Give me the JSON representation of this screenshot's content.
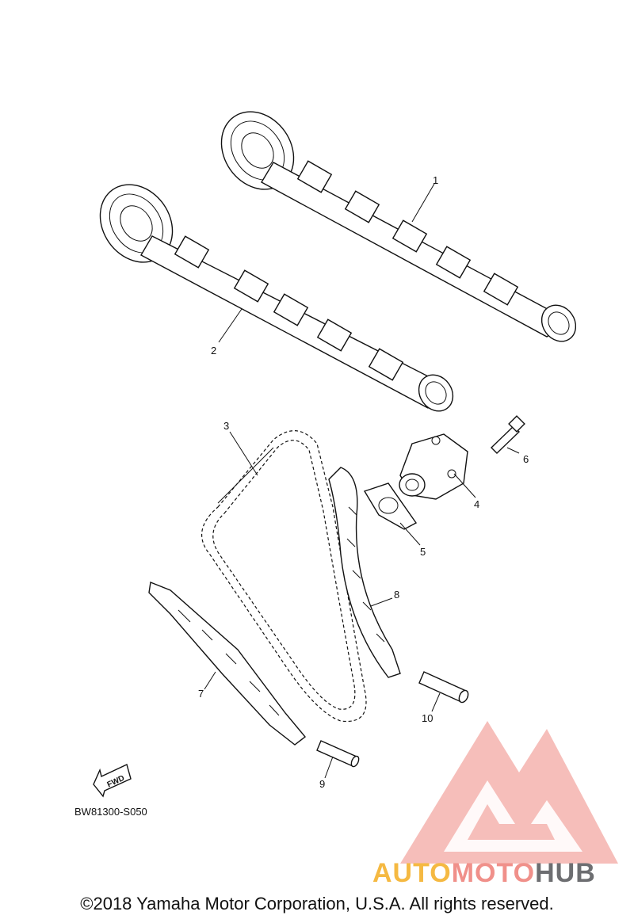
{
  "diagram": {
    "parts": [
      {
        "id": "1",
        "label": "1"
      },
      {
        "id": "2",
        "label": "2"
      },
      {
        "id": "3",
        "label": "3"
      },
      {
        "id": "4",
        "label": "4"
      },
      {
        "id": "5",
        "label": "5"
      },
      {
        "id": "6",
        "label": "6"
      },
      {
        "id": "7",
        "label": "7"
      },
      {
        "id": "8",
        "label": "8"
      },
      {
        "id": "9",
        "label": "9"
      },
      {
        "id": "10",
        "label": "10"
      }
    ],
    "figure_code": "BW81300-S050",
    "fwd_label": "FWD"
  },
  "watermark": {
    "part1": "AUTO",
    "part2": "MOTO",
    "part3": "HUB",
    "colors": {
      "auto": "#f5b942",
      "moto": "#f0908a",
      "hub": "#6d6e71",
      "logo": "#f19a93"
    }
  },
  "footer": {
    "copyright": "©2018 Yamaha Motor Corporation, U.S.A. All rights reserved."
  }
}
